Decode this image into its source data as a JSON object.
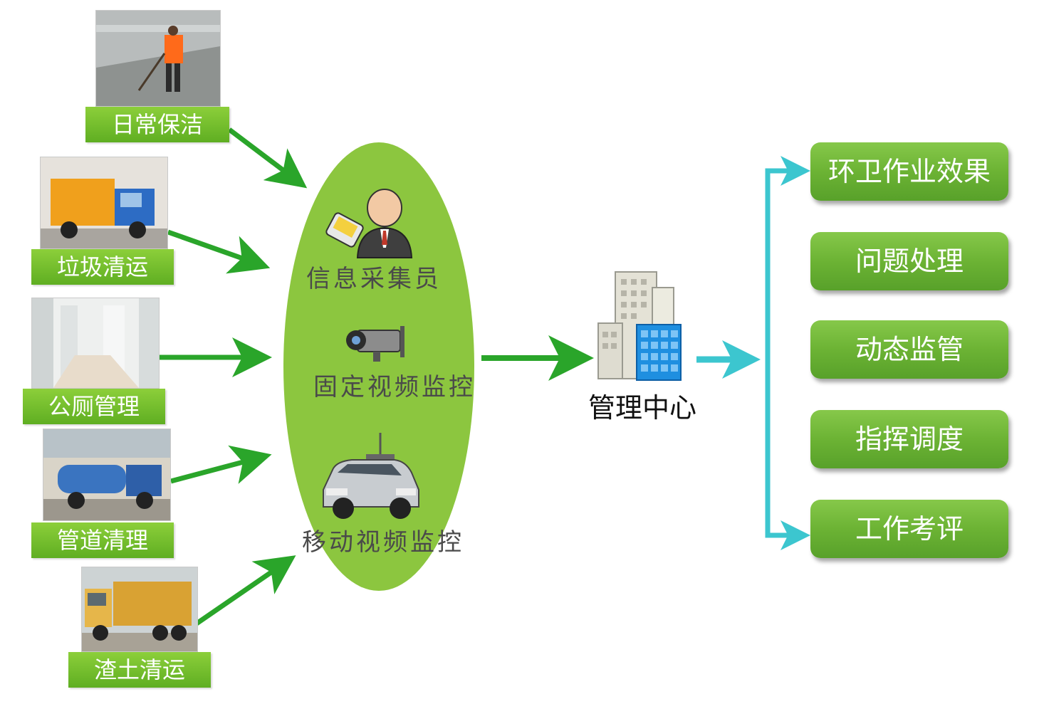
{
  "sources": [
    {
      "label": "日常保洁"
    },
    {
      "label": "垃圾清运"
    },
    {
      "label": "公厕管理"
    },
    {
      "label": "管道清理"
    },
    {
      "label": "渣土清运"
    }
  ],
  "collection": {
    "items": [
      {
        "label": "信息采集员",
        "icon": "person-with-pda-icon"
      },
      {
        "label": "固定视频监控",
        "icon": "cctv-camera-icon"
      },
      {
        "label": "移动视频监控",
        "icon": "surveillance-car-icon"
      }
    ],
    "color": "#8cc63f"
  },
  "center": {
    "label": "管理中心",
    "icon": "office-building-icon"
  },
  "outputs": [
    {
      "label": "环卫作业效果"
    },
    {
      "label": "问题处理"
    },
    {
      "label": "动态监管"
    },
    {
      "label": "指挥调度"
    },
    {
      "label": "工作考评"
    }
  ],
  "colors": {
    "green_arrow": "#2aa52a",
    "cyan_arrow": "#3cc6cf",
    "box_green": "#6cb334"
  }
}
